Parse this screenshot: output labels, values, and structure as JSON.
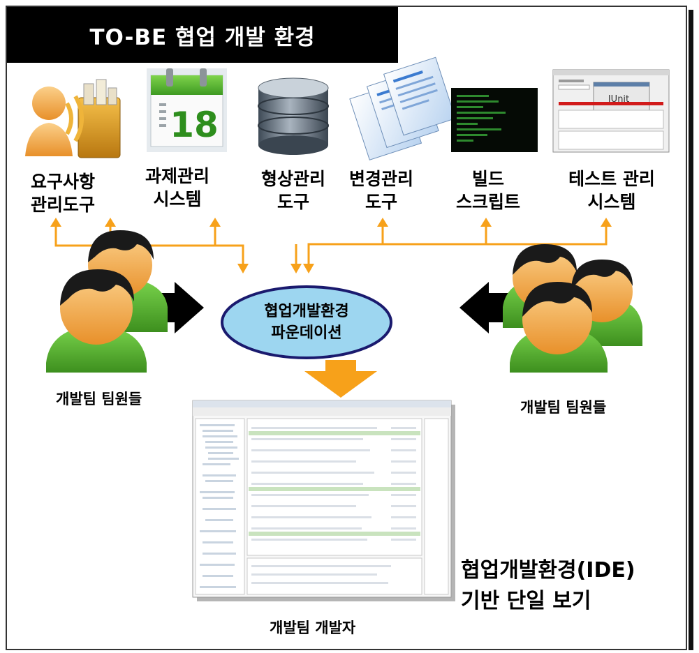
{
  "title": "TO-BE 협업 개발 환경",
  "tools": [
    {
      "label": "요구사항\n관리도구",
      "icon": "requirements-user-icon"
    },
    {
      "label": "과제관리\n시스템",
      "icon": "calendar-icon",
      "calendar_day": "18"
    },
    {
      "label": "형상관리\n도구",
      "icon": "database-icon"
    },
    {
      "label": "변경관리\n도구",
      "icon": "documents-icon"
    },
    {
      "label": "빌드\n스크립트",
      "icon": "terminal-icon"
    },
    {
      "label": "테스트 관리\n시스템",
      "icon": "junit-window-icon",
      "junit_label": "JUnit"
    }
  ],
  "foundation": {
    "line1": "협업개발환경",
    "line2": "파운데이션"
  },
  "team_left_label": "개발팀 팀원들",
  "team_right_label": "개발팀 팀원들",
  "ide_label": "협업개발환경(IDE)\n기반 단일 보기",
  "developer_label": "개발팀 개발자",
  "colors": {
    "connector": "#F7A11A",
    "ellipse_fill": "#9DD6F0",
    "ellipse_stroke": "#1A1A6E",
    "shirt": "#58B731",
    "hair": "#1A1A1A",
    "skin": "#F6B25E",
    "title_bg": "#000000"
  }
}
